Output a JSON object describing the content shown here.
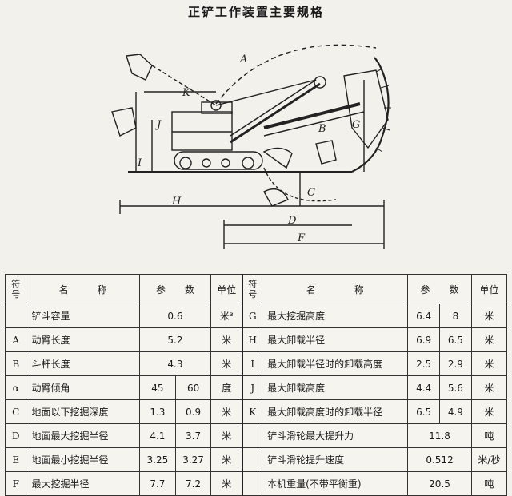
{
  "title": "正铲工作装置主要规格",
  "diagram_labels": [
    "A",
    "K",
    "J",
    "I",
    "H",
    "B",
    "G",
    "C",
    "D",
    "F"
  ],
  "table": {
    "headers": {
      "symbol": "符号",
      "name_1": "名",
      "name_2": "称",
      "param_1": "参",
      "param_2": "数",
      "unit": "单位"
    },
    "left_rows": [
      {
        "sym": "",
        "name": "铲斗容量",
        "v1": "0.6",
        "v2": "",
        "unit": "米³"
      },
      {
        "sym": "A",
        "name": "动臂长度",
        "v1": "5.2",
        "v2": "",
        "unit": "米"
      },
      {
        "sym": "B",
        "name": "斗杆长度",
        "v1": "4.3",
        "v2": "",
        "unit": "米"
      },
      {
        "sym": "α",
        "name": "动臂倾角",
        "v1": "45",
        "v2": "60",
        "unit": "度"
      },
      {
        "sym": "C",
        "name": "地面以下挖掘深度",
        "v1": "1.3",
        "v2": "0.9",
        "unit": "米"
      },
      {
        "sym": "D",
        "name": "地面最大挖掘半径",
        "v1": "4.1",
        "v2": "3.7",
        "unit": "米"
      },
      {
        "sym": "E",
        "name": "地面最小挖掘半径",
        "v1": "3.25",
        "v2": "3.27",
        "unit": "米"
      },
      {
        "sym": "F",
        "name": "最大挖掘半径",
        "v1": "7.7",
        "v2": "7.2",
        "unit": "米"
      }
    ],
    "right_rows": [
      {
        "sym": "G",
        "name": "最大挖掘高度",
        "v1": "6.4",
        "v2": "8",
        "unit": "米"
      },
      {
        "sym": "H",
        "name": "最大卸载半径",
        "v1": "6.9",
        "v2": "6.5",
        "unit": "米"
      },
      {
        "sym": "I",
        "name": "最大卸载半径时的卸载高度",
        "v1": "2.5",
        "v2": "2.9",
        "unit": "米"
      },
      {
        "sym": "J",
        "name": "最大卸载高度",
        "v1": "4.4",
        "v2": "5.6",
        "unit": "米"
      },
      {
        "sym": "K",
        "name": "最大卸载高度时的卸载半径",
        "v1": "6.5",
        "v2": "4.9",
        "unit": "米"
      },
      {
        "sym": "",
        "name": "铲斗滑轮最大提升力",
        "v1": "11.8",
        "v2": "",
        "unit": "吨"
      },
      {
        "sym": "",
        "name": "铲斗滑轮提升速度",
        "v1": "0.512",
        "v2": "",
        "unit": "米/秒"
      },
      {
        "sym": "",
        "name": "本机重量(不带平衡重)",
        "v1": "20.5",
        "v2": "",
        "unit": "吨"
      }
    ]
  }
}
